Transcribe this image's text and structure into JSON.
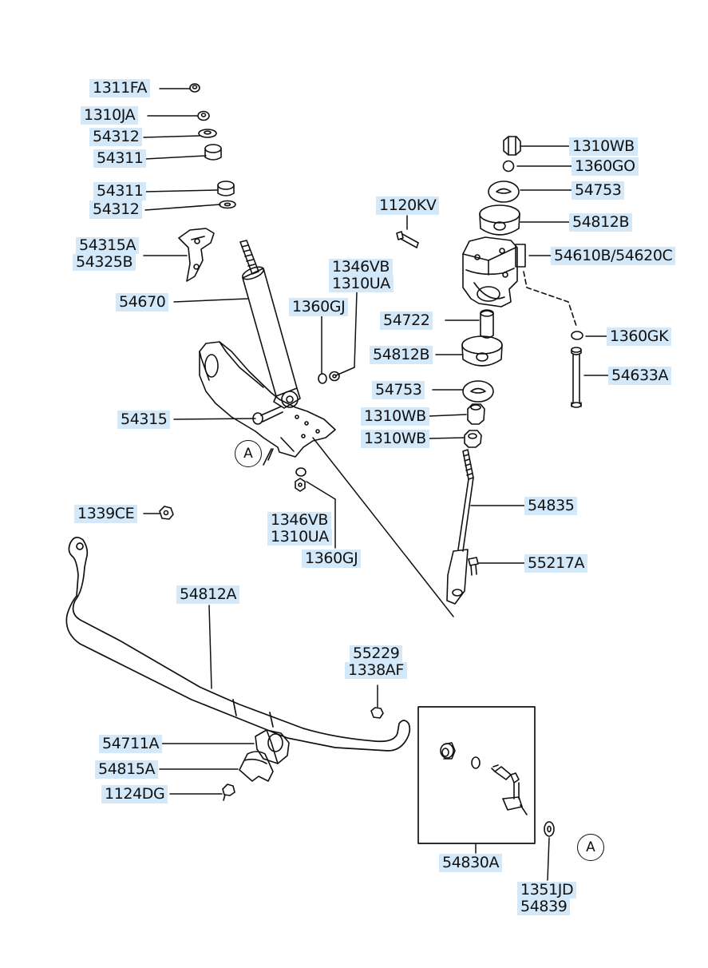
{
  "labels": {
    "l1311FA": "1311FA",
    "l1310JA": "1310JA",
    "l54312a": "54312",
    "l54311a": "54311",
    "l54311b": "54311",
    "l54312b": "54312",
    "l54315A": "54315A",
    "l54325B": "54325B",
    "l54670": "54670",
    "l1346VBa": "1346VB",
    "l1310UAa": "1310UA",
    "l1360GJa": "1360GJ",
    "l54315": "54315",
    "l1120KV": "1120KV",
    "l1310WBa": "1310WB",
    "l1360GO": "1360GO",
    "l54753a": "54753",
    "l54812Ba": "54812B",
    "l54610B": "54610B/54620C",
    "l54722": "54722",
    "l1360GK": "1360GK",
    "l54812Bb": "54812B",
    "l54633A": "54633A",
    "l54753b": "54753",
    "l1310WBb": "1310WB",
    "l1310WBc": "1310WB",
    "l54835": "54835",
    "l55217A": "55217A",
    "l1339CE": "1339CE",
    "l1346VBb": "1346VB",
    "l1310UAb": "1310UA",
    "l1360GJb": "1360GJ",
    "l54812A": "54812A",
    "l55229": "55229",
    "l1338AF": "1338AF",
    "l54711A": "54711A",
    "l54815A": "54815A",
    "l1124DG": "1124DG",
    "l54830A": "54830A",
    "l1351JD": "1351JD",
    "l54839": "54839"
  },
  "refs": {
    "A1": "A",
    "A2": "A"
  },
  "colors": {
    "label_bg": "#d3e8f8",
    "line": "#111111"
  }
}
